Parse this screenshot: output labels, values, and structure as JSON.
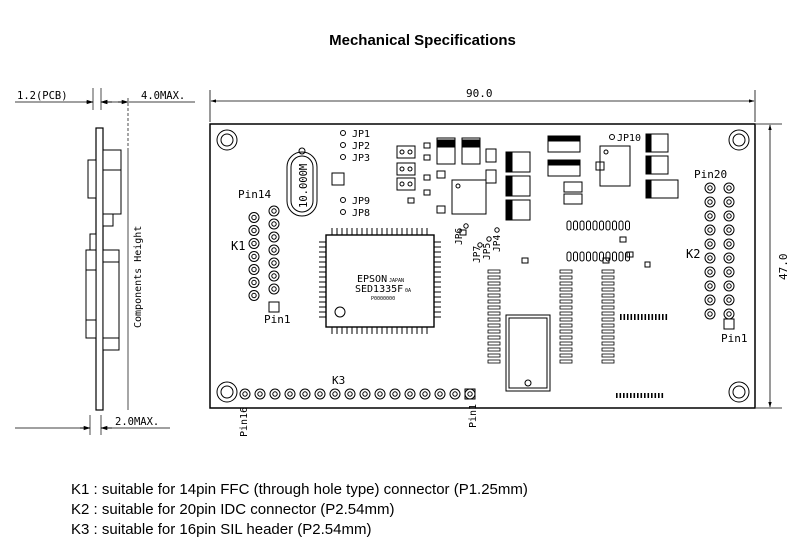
{
  "title": "Mechanical Specifications",
  "side_view": {
    "pcb_thickness_label": "1.2(PCB)",
    "top_height_label": "4.0MAX.",
    "bottom_height_label": "2.0MAX.",
    "components_height_label": "Components Height"
  },
  "top_view": {
    "width_label": "90.0",
    "height_label": "47.0",
    "crystal_label": "10.000M",
    "chip": {
      "brand": "EPSON",
      "brand_suffix": "JAPAN",
      "model": "SED1335F",
      "model_suffix": "0A",
      "code": "P0000000"
    },
    "jumpers": {
      "jp1": "JP1",
      "jp2": "JP2",
      "jp3": "JP3",
      "jp9": "JP9",
      "jp8": "JP8",
      "jp10": "JP10",
      "jp6": "JP6",
      "jp7": "JP7",
      "jp5": "JP5",
      "jp4": "JP4"
    },
    "k1": {
      "name": "K1",
      "pin_top": "Pin14",
      "pin_bottom": "Pin1"
    },
    "k2": {
      "name": "K2",
      "pin_top": "Pin20",
      "pin_bottom": "Pin1"
    },
    "k3": {
      "name": "K3",
      "pin_left": "Pin16",
      "pin_right": "Pin1"
    }
  },
  "notes": [
    "K1 : suitable for 14pin FFC (through hole type) connector (P1.25mm)",
    "K2 : suitable for 20pin IDC connector (P2.54mm)",
    "K3 : suitable for 16pin SIL header (P2.54mm)"
  ]
}
